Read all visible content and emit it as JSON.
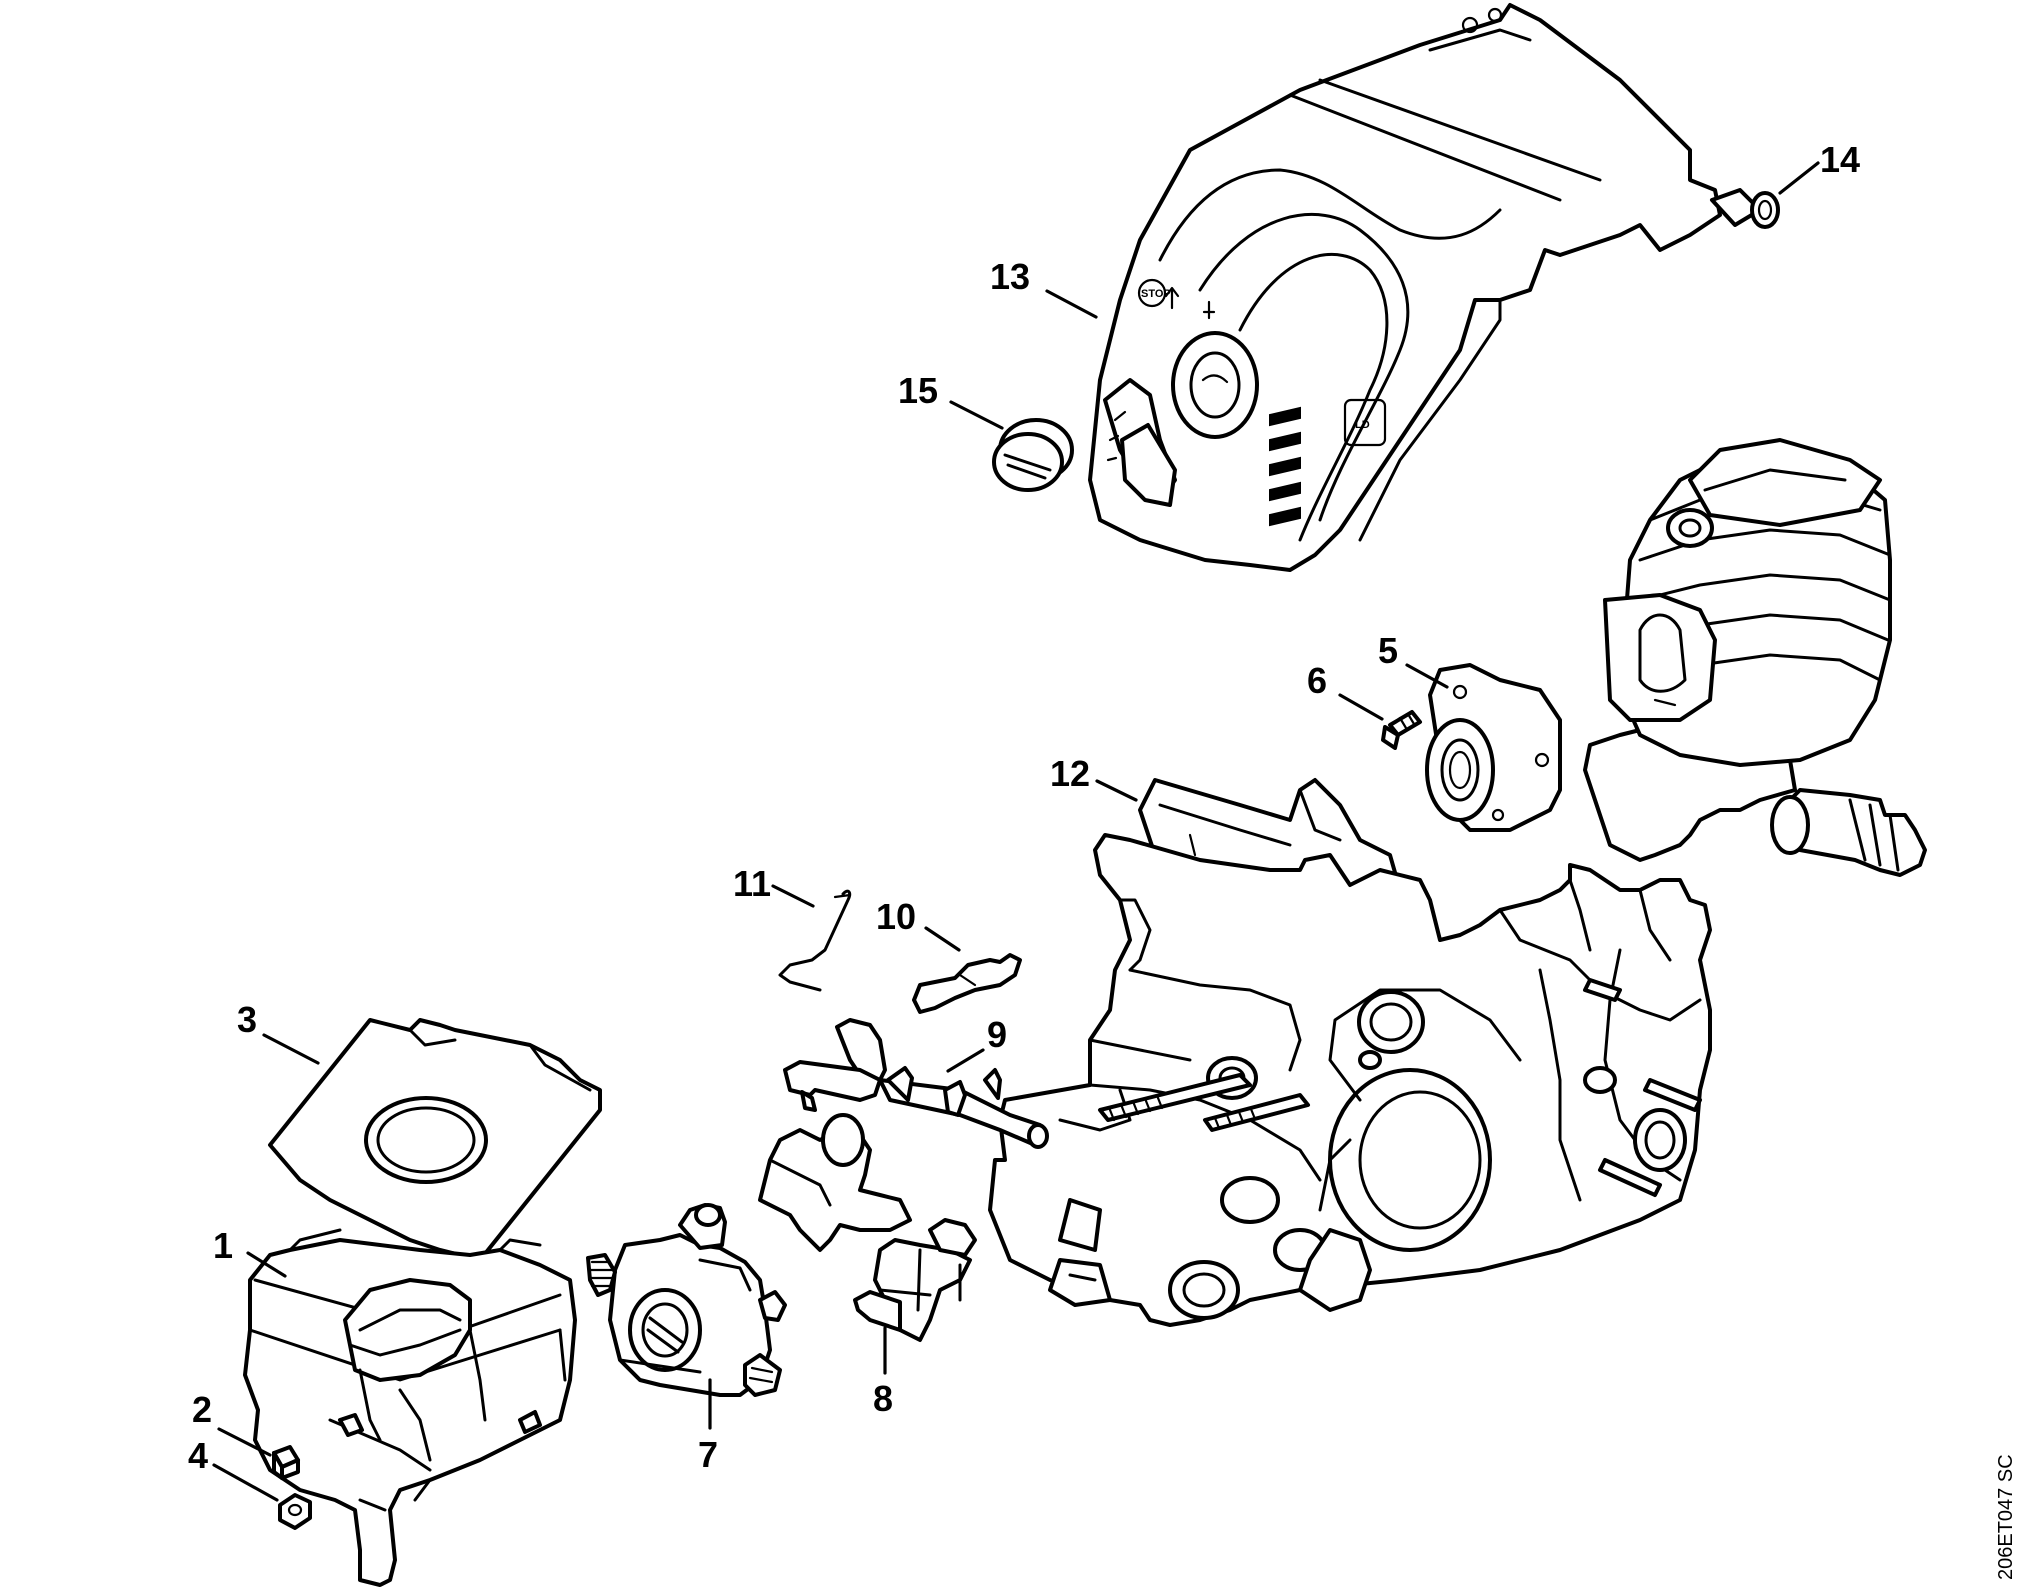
{
  "drawing_code": "206ET047 SC",
  "cover_markings": {
    "stop_symbol": "STOP",
    "ld_symbol": "LD"
  },
  "parts": [
    {
      "key": "p1",
      "number": "1",
      "name": "air-filter-housing"
    },
    {
      "key": "p2",
      "number": "2",
      "name": "sleeve"
    },
    {
      "key": "p3",
      "number": "3",
      "name": "air-filter"
    },
    {
      "key": "p4",
      "number": "4",
      "name": "nut"
    },
    {
      "key": "p5",
      "number": "5",
      "name": "intake-manifold"
    },
    {
      "key": "p6",
      "number": "6",
      "name": "screw"
    },
    {
      "key": "p7",
      "number": "7",
      "name": "carburetor"
    },
    {
      "key": "p8",
      "number": "8",
      "name": "carburetor-bracket"
    },
    {
      "key": "p9",
      "number": "9",
      "name": "choke-shaft"
    },
    {
      "key": "p10",
      "number": "10",
      "name": "spring-clip"
    },
    {
      "key": "p11",
      "number": "11",
      "name": "throttle-rod"
    },
    {
      "key": "p12",
      "number": "12",
      "name": "baffle-plate"
    },
    {
      "key": "p13",
      "number": "13",
      "name": "shroud"
    },
    {
      "key": "p14",
      "number": "14",
      "name": "grommet"
    },
    {
      "key": "p15",
      "number": "15",
      "name": "plug-cap"
    }
  ]
}
